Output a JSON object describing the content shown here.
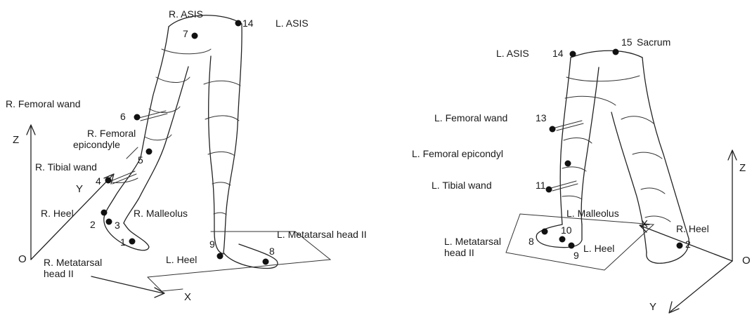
{
  "left_figure": {
    "labels": {
      "r_asis": "R. ASIS",
      "l_asis": "L. ASIS",
      "r_femoral_wand": "R. Femoral wand",
      "r_femoral_epicondyle_1": "R. Femoral",
      "r_femoral_epicondyle_2": "epicondyle",
      "r_tibial_wand": "R. Tibial wand",
      "r_heel": "R. Heel",
      "r_malleolus": "R. Malleolus",
      "r_metatarsal_1": "R. Metatarsal",
      "r_metatarsal_2": "head II",
      "l_heel": "L. Heel",
      "l_metatarsal": "L. Metatarsal head II"
    },
    "numbers": {
      "n7": "7",
      "n14": "14",
      "n6": "6",
      "n5": "5",
      "n4": "4",
      "n2": "2",
      "n3": "3",
      "n1": "1",
      "n9": "9",
      "n8": "8"
    },
    "axes": {
      "z": "Z",
      "y": "Y",
      "x": "X",
      "origin": "O"
    }
  },
  "right_figure": {
    "labels": {
      "l_asis": "L. ASIS",
      "sacrum": "Sacrum",
      "l_femoral_wand": "L. Femoral wand",
      "l_femoral_epicondyl": "L. Femoral epicondyl",
      "l_tibial_wand": "L. Tibial wand",
      "l_malleolus": "L. Malleolus",
      "l_metatarsal_1": "L. Metatarsal",
      "l_metatarsal_2": "head II",
      "l_heel": "L. Heel",
      "r_heel": "R. Heel"
    },
    "numbers": {
      "n14": "14",
      "n15": "15",
      "n13": "13",
      "n11": "11",
      "n10": "10",
      "n8": "8",
      "n9": "9",
      "n2": "2"
    },
    "axes": {
      "z": "Z",
      "x": "X",
      "y": "Y",
      "origin": "O"
    }
  },
  "colors": {
    "ink": "#1a1a1a",
    "background": "#ffffff"
  }
}
